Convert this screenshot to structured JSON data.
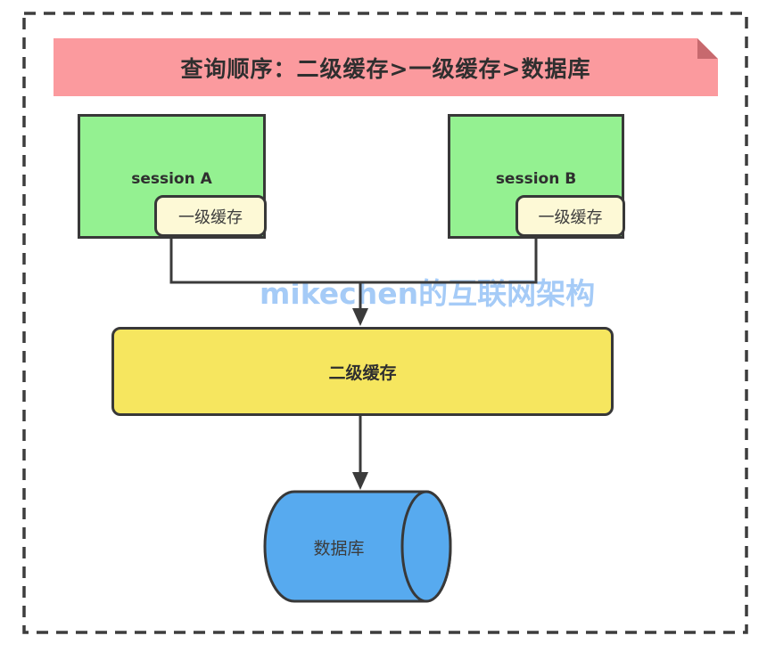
{
  "banner": {
    "title": "查询顺序：二级缓存>一级缓存>数据库"
  },
  "sessions": [
    {
      "label": "session A",
      "cache_label": "一级缓存"
    },
    {
      "label": "session B",
      "cache_label": "一级缓存"
    }
  ],
  "second_level_cache": {
    "label": "二级缓存"
  },
  "database": {
    "label": "数据库"
  },
  "watermark": {
    "text": "mikechen的互联网架构"
  },
  "colors": {
    "banner_bg": "#FB9A9E",
    "banner_fold": "#C7696E",
    "session_box_bg": "#94F191",
    "first_level_cache_bg": "#FDF9D6",
    "second_level_cache_bg": "#F6E65F",
    "database_cylinder_bg": "#57AAEF",
    "watermark_text": "#A5CBF7",
    "connector_line": "#3B3B3B",
    "border": "#383838",
    "frame_dash": "#3D3D3D"
  }
}
